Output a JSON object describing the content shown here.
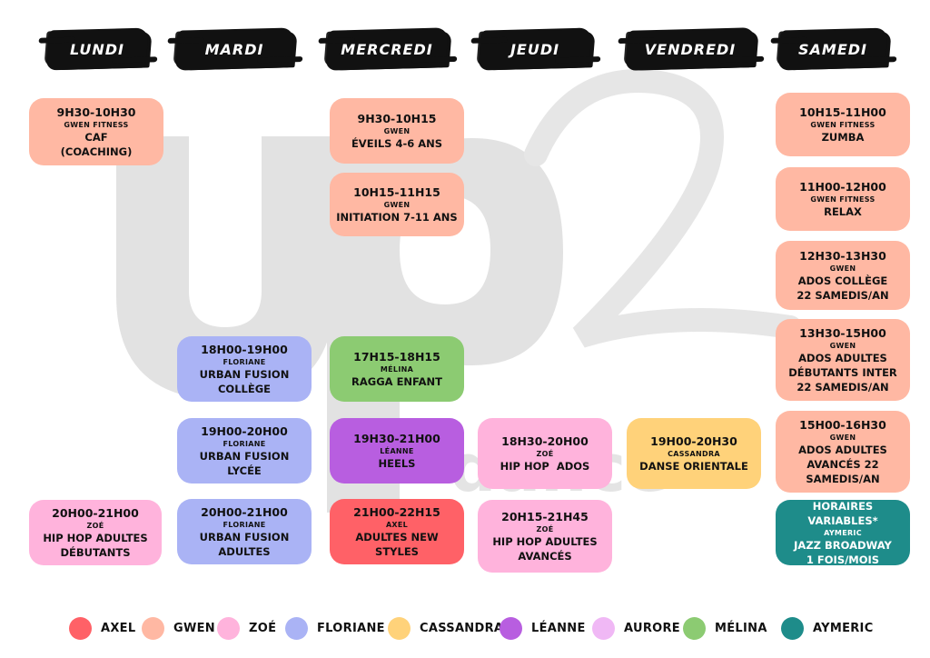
{
  "days": [
    "LUNDI",
    "MARDI",
    "MERCREDI",
    "JEUDI",
    "VENDREDI",
    "SAMEDI"
  ],
  "classes": [
    {
      "time": "9H30-10H30",
      "teacher": "GWEN FITNESS",
      "name": "CAF (COACHING)"
    },
    {
      "time": "20H00-21H00",
      "teacher": "ZOÉ",
      "name": "HIP HOP ADULTES DÉBUTANTS"
    },
    {
      "time": "18H00-19H00",
      "teacher": "FLORIANE",
      "name": "URBAN FUSION COLLÈGE"
    },
    {
      "time": "19H00-20H00",
      "teacher": "FLORIANE",
      "name": "URBAN FUSION LYCÉE"
    },
    {
      "time": "20H00-21H00",
      "teacher": "FLORIANE",
      "name": "URBAN FUSION ADULTES"
    },
    {
      "time": "9H30-10H15",
      "teacher": "GWEN",
      "name": "ÉVEILS 4-6 ANS"
    },
    {
      "time": "10H15-11H15",
      "teacher": "GWEN",
      "name": "INITIATION 7-11 ANS"
    },
    {
      "time": "17H15-18H15",
      "teacher": "MÉLINA",
      "name": "RAGGA ENFANT"
    },
    {
      "time": "19H30-21H00",
      "teacher": "LÉANNE",
      "name": "HEELS"
    },
    {
      "time": "21H00-22H15",
      "teacher": "AXEL",
      "name": "ADULTES NEW STYLES"
    },
    {
      "time": "18H30-20H00",
      "teacher": "ZOÉ",
      "name": "HIP HOP  ADOS"
    },
    {
      "time": "20H15-21H45",
      "teacher": "ZOÉ",
      "name": "HIP HOP ADULTES AVANCÉS"
    },
    {
      "time": "19H00-20H30",
      "teacher": "CASSANDRA",
      "name": "DANSE ORIENTALE"
    },
    {
      "time": "10H15-11H00",
      "teacher": "GWEN FITNESS",
      "name": "ZUMBA"
    },
    {
      "time": "11H00-12H00",
      "teacher": "GWEN FITNESS",
      "name": "RELAX"
    },
    {
      "time": "12H30-13H30",
      "teacher": "GWEN",
      "name": "ADOS COLLÈGE 22 SAMEDIS/AN"
    },
    {
      "time": "13H30-15H00",
      "teacher": "GWEN",
      "name": "ADOS ADULTES DÉBUTANTS INTER 22 SAMEDIS/AN"
    },
    {
      "time": "15H00-16H30",
      "teacher": "GWEN",
      "name": "ADOS ADULTES AVANCÉS 22 SAMEDIS/AN"
    },
    {
      "time": "HORAIRES VARIABLES*",
      "teacher": "AYMERIC",
      "name": "JAZZ BROADWAY 1 FOIS/MOIS"
    }
  ],
  "legend": [
    {
      "label": "AXEL",
      "color": "#ff6167"
    },
    {
      "label": "GWEN",
      "color": "#ffb8a3"
    },
    {
      "label": "ZOÉ",
      "color": "#ffb3dc"
    },
    {
      "label": "FLORIANE",
      "color": "#aab3f5"
    },
    {
      "label": "CASSANDRA",
      "color": "#ffd27a"
    },
    {
      "label": "LÉANNE",
      "color": "#b85ee0"
    },
    {
      "label": "AURORE",
      "color": "#f0b8f5"
    },
    {
      "label": "MÉLINA",
      "color": "#8ccb72"
    },
    {
      "label": "AYMERIC",
      "color": "#1e8c8a"
    }
  ],
  "watermark": {
    "logo_text": "up2",
    "sub_text": "dance"
  }
}
